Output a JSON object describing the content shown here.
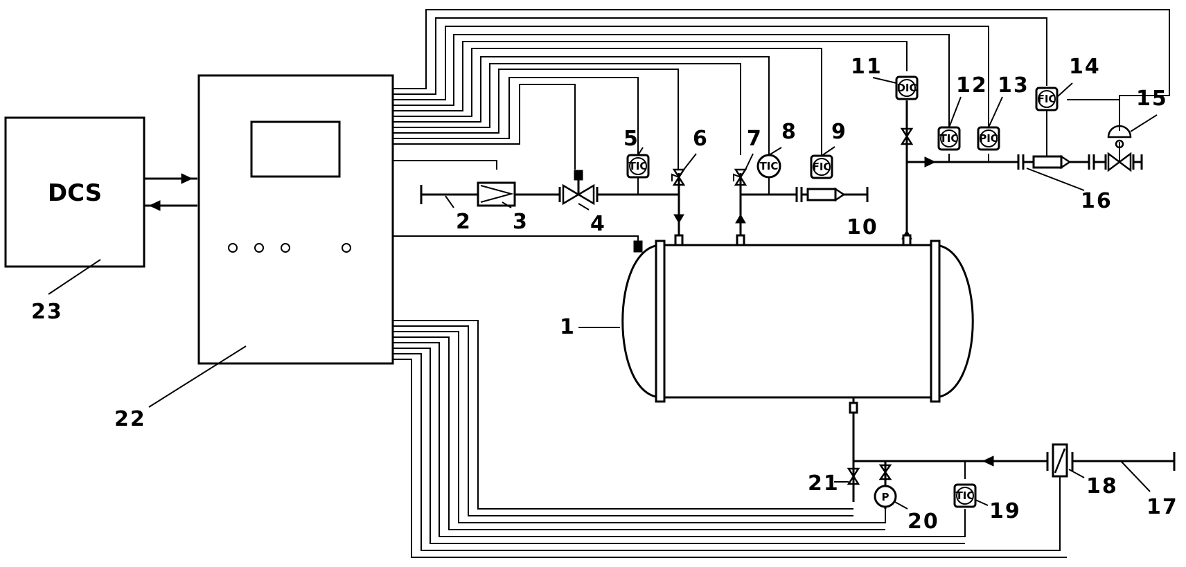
{
  "diagram": {
    "dcs_label": "DCS",
    "components": [
      {
        "id": "1"
      },
      {
        "id": "2"
      },
      {
        "id": "3"
      },
      {
        "id": "4"
      },
      {
        "id": "5"
      },
      {
        "id": "6"
      },
      {
        "id": "7"
      },
      {
        "id": "8"
      },
      {
        "id": "9"
      },
      {
        "id": "10"
      },
      {
        "id": "11"
      },
      {
        "id": "12"
      },
      {
        "id": "13"
      },
      {
        "id": "14"
      },
      {
        "id": "15"
      },
      {
        "id": "16"
      },
      {
        "id": "17"
      },
      {
        "id": "18"
      },
      {
        "id": "19"
      },
      {
        "id": "20"
      },
      {
        "id": "21"
      },
      {
        "id": "22"
      },
      {
        "id": "23"
      }
    ],
    "instruments": [
      {
        "ref": "5",
        "tag": "TIC"
      },
      {
        "ref": "8",
        "tag": "TIC"
      },
      {
        "ref": "9",
        "tag": "FIC"
      },
      {
        "ref": "11",
        "tag": "DIC"
      },
      {
        "ref": "12",
        "tag": "TIC"
      },
      {
        "ref": "13",
        "tag": "PIC"
      },
      {
        "ref": "14",
        "tag": "FIC"
      },
      {
        "ref": "19",
        "tag": "TIC"
      },
      {
        "ref": "20",
        "tag": "P"
      }
    ]
  }
}
